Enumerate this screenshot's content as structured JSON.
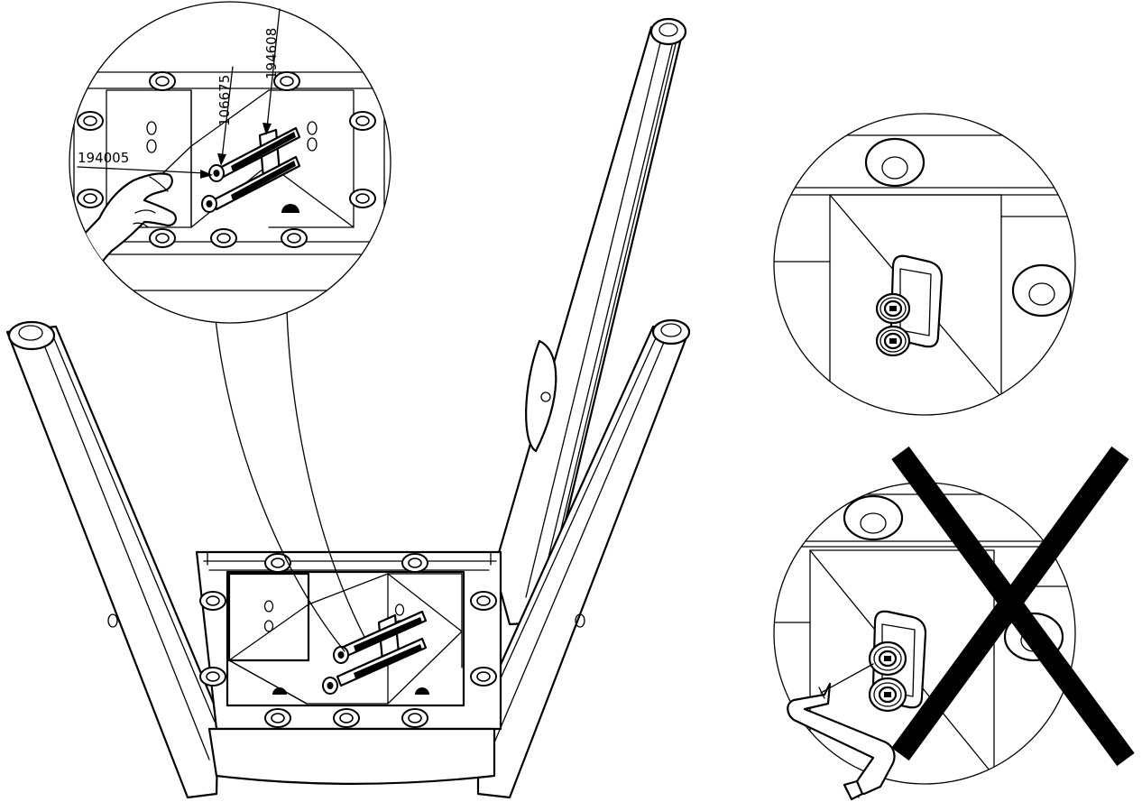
{
  "callouts": {
    "label_194005": "194005",
    "label_106675": "106675",
    "label_194608": "194608"
  },
  "colors": {
    "line": "#000000",
    "background": "#ffffff"
  },
  "icons": {
    "do_not": "cross-mark-icon",
    "hand": "hand-icon",
    "tool": "allen-key-icon"
  }
}
